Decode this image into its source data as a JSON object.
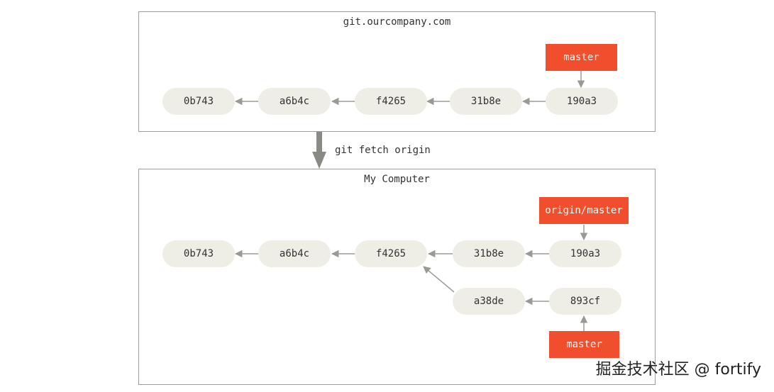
{
  "remote": {
    "title": "git.ourcompany.com",
    "commits": [
      "0b743",
      "a6b4c",
      "f4265",
      "31b8e",
      "190a3"
    ],
    "branch": "master"
  },
  "fetch": {
    "command": "git fetch origin"
  },
  "local": {
    "title": "My Computer",
    "commits": [
      "0b743",
      "a6b4c",
      "f4265",
      "31b8e",
      "190a3"
    ],
    "branch_commits": [
      "a38de",
      "893cf"
    ],
    "remote_branch": "origin/master",
    "branch": "master"
  },
  "colors": {
    "commit_fill": "#eeede6",
    "branch_fill": "#f14e2d",
    "arrow": "#9a9a95"
  },
  "watermark": "掘金技术社区 @ fortify"
}
